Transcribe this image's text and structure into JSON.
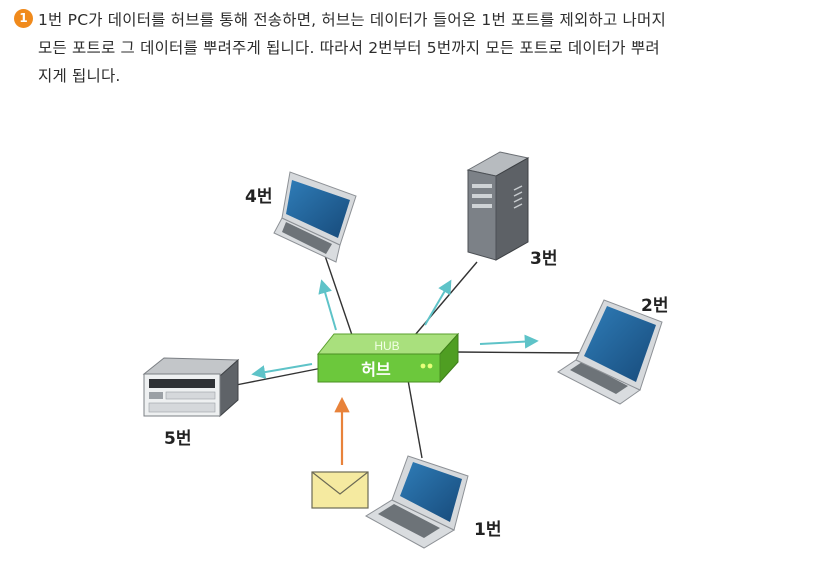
{
  "description": {
    "number": "1",
    "lines": [
      "1번 PC가 데이터를 허브를 통해 전송하면, 허브는 데이터가 들어온 1번 포트를 제외하고 나머지",
      "모든 포트로 그 데이터를 뿌려주게 됩니다. 따라서 2번부터 5번까지 모든 포트로 데이터가 뿌려",
      "지게 됩니다."
    ]
  },
  "hub": {
    "top_label": "HUB",
    "label": "허브"
  },
  "devices": {
    "pc1": "1번",
    "pc2": "2번",
    "pc3": "3번",
    "pc4": "4번",
    "pc5": "5번"
  },
  "colors": {
    "hub": "#6cc83c",
    "arrow_out": "#5ec3c8",
    "arrow_in": "#e8823a",
    "envelope": "#f5eaa0",
    "screen": "#1f5f95"
  },
  "icons": [
    "envelope-icon",
    "laptop-icon",
    "server-tower-icon",
    "server-rack-icon"
  ]
}
